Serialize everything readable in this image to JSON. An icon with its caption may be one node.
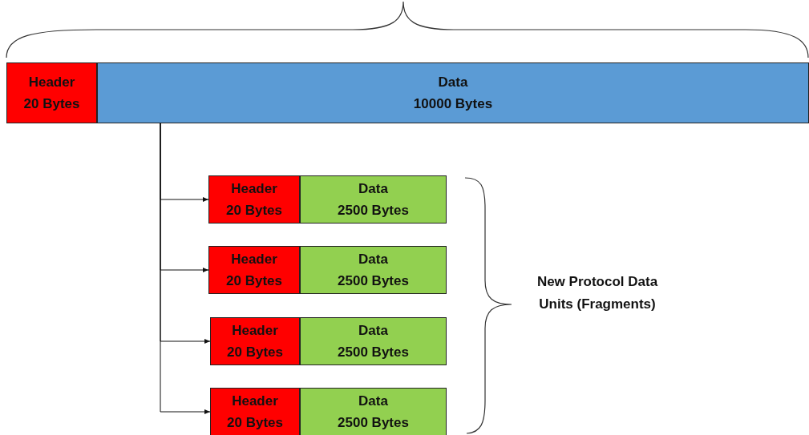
{
  "diagram": {
    "nodes": [
      {
        "text": [
          "Header",
          "20 Bytes"
        ]
      },
      {
        "text": [
          "Data",
          "10000 Bytes"
        ]
      },
      {
        "text": [
          "Header",
          "20 Bytes"
        ]
      },
      {
        "text": [
          "Data",
          "2500 Bytes"
        ]
      },
      {
        "text": [
          "Header",
          "20 Bytes"
        ]
      },
      {
        "text": [
          "Data",
          "2500 Bytes"
        ]
      },
      {
        "text": [
          "Header",
          "20 Bytes"
        ]
      },
      {
        "text": [
          "Data",
          "2500 Bytes"
        ]
      },
      {
        "text": [
          "Header",
          "20 Bytes"
        ]
      },
      {
        "text": [
          "Data",
          "2500 Bytes"
        ]
      }
    ],
    "edges": [
      {
        "from": 1,
        "to": 2,
        "arrow": "to"
      },
      {
        "from": 1,
        "to": 4,
        "arrow": "to"
      },
      {
        "from": 1,
        "to": 6,
        "arrow": "to"
      },
      {
        "from": 1,
        "to": 8,
        "arrow": "to"
      }
    ],
    "labels": [
      "New Protocol Data Units (Fragments)"
    ]
  }
}
